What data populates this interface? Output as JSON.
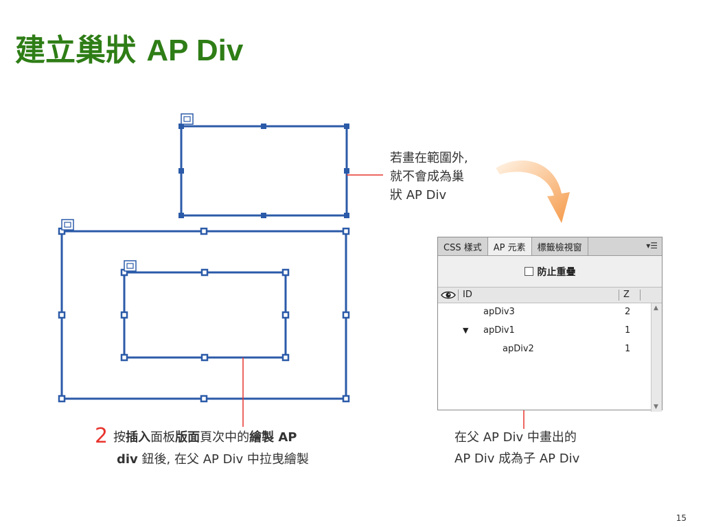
{
  "title": {
    "cjk": "建立巢狀",
    "latin": "AP Div"
  },
  "callout_top": {
    "lines": [
      "若畫在範圍外,",
      "就不會成為巢",
      "狀 AP Div"
    ]
  },
  "caption_left": {
    "step": "2",
    "p1": "按",
    "b1": "插入",
    "p2": "面板",
    "b2": "版面",
    "p3": "頁次中的",
    "b3": "繪製 AP",
    "b4": "div",
    "p4": "鈕後, 在父 AP Div 中拉曳繪製"
  },
  "caption_right": {
    "line1": "在父 AP Div 中畫出的",
    "line2": "AP Div 成為子 AP Div"
  },
  "panel": {
    "tabs": [
      "CSS 樣式",
      "AP 元素",
      "標籤檢視窗"
    ],
    "active_tab": 1,
    "menu_icon": "panel-menu-icon",
    "menu_glyph": "▾☰",
    "prevent_overlap_label": "防止重疊",
    "columns": {
      "eye": "eye-icon",
      "id": "ID",
      "z": "Z"
    },
    "rows": [
      {
        "id": "apDiv3",
        "z": "2",
        "expander": ""
      },
      {
        "id": "apDiv1",
        "z": "1",
        "expander": "▼"
      },
      {
        "id": "apDiv2",
        "z": "1",
        "expander": ""
      }
    ]
  },
  "page_number": "15",
  "colors": {
    "title": "#2e7d16",
    "box_stroke": "#2b5aa8",
    "leader_line": "#e8342d",
    "step_number": "#e8342d",
    "arrow": "#f6a45a"
  }
}
